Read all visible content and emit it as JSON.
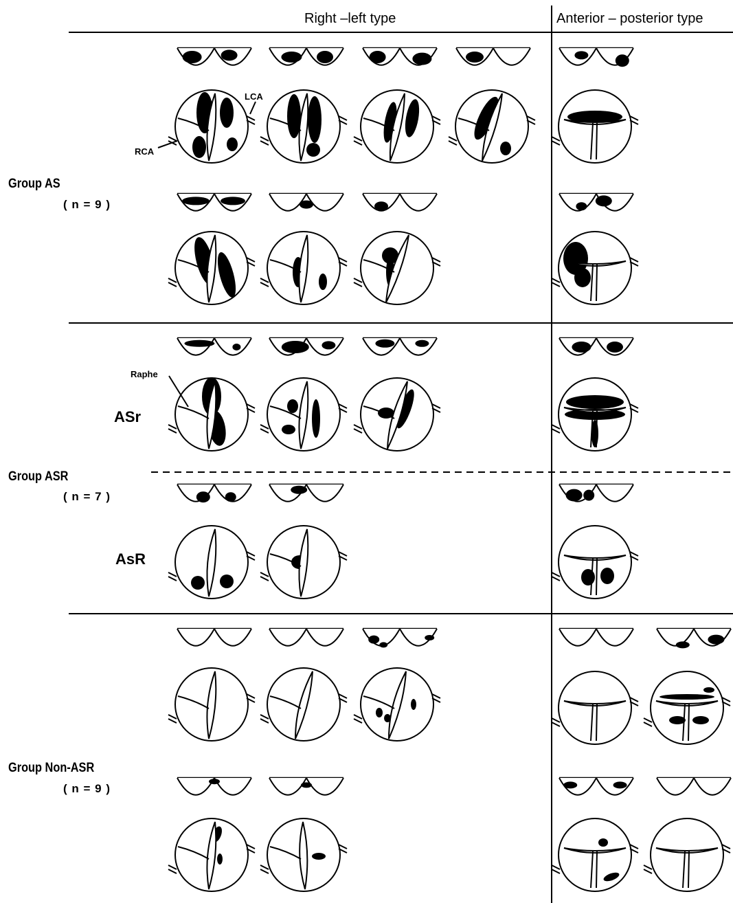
{
  "header": {
    "right_left": "Right –left type",
    "anterior_posterior": "Anterior – posterior type"
  },
  "groups": {
    "as": {
      "label": "Group AS",
      "n": "( n = 9 )"
    },
    "asr": {
      "label": "Group ASR",
      "n": "( n = 7 )",
      "sub_upper": "ASr",
      "sub_lower": "AsR"
    },
    "non_asr": {
      "label": "Group Non-ASR",
      "n": "( n = 9 )"
    }
  },
  "annotations": {
    "lca": "LCA",
    "rca": "RCA",
    "raphe": "Raphe"
  }
}
